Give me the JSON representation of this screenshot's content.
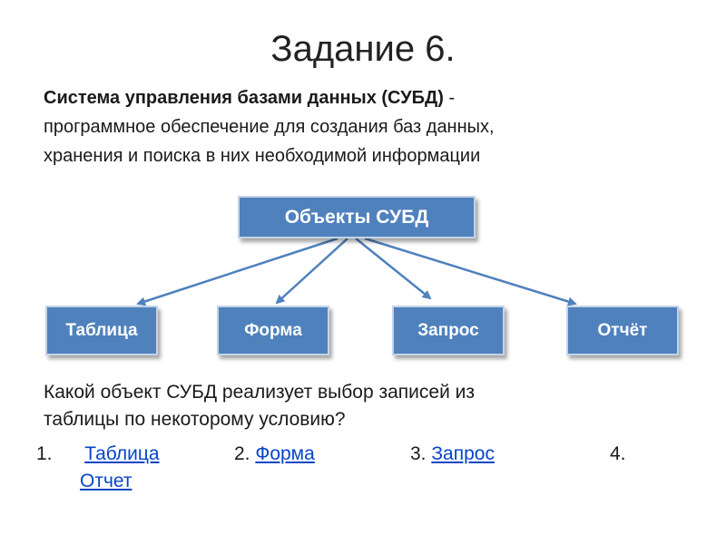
{
  "slide": {
    "title": "Задание 6.",
    "definition_term": "Система управления базами данных (СУБД)",
    "definition_rest_line1": " -",
    "definition_line2": "программное обеспечение для создания баз данных,",
    "definition_line3": "хранения и поиска в них необходимой информации"
  },
  "diagram": {
    "root": "Объекты СУБД",
    "children": [
      "Таблица",
      "Форма",
      "Запрос",
      "Отчёт"
    ],
    "colors": {
      "box_fill": "#4f81bd",
      "box_border": "#c5d3e8",
      "arrow": "#4f81bd",
      "link": "#0645c8"
    }
  },
  "question": {
    "line1": "Какой объект СУБД реализует выбор записей из",
    "line2": "таблицы по некоторому условию?"
  },
  "answers": [
    {
      "num": "1.",
      "label": "Таблица"
    },
    {
      "num": "2.",
      "label": "Форма"
    },
    {
      "num": "3.",
      "label": "Запрос"
    },
    {
      "num": "4.",
      "label": "Отчет"
    }
  ]
}
